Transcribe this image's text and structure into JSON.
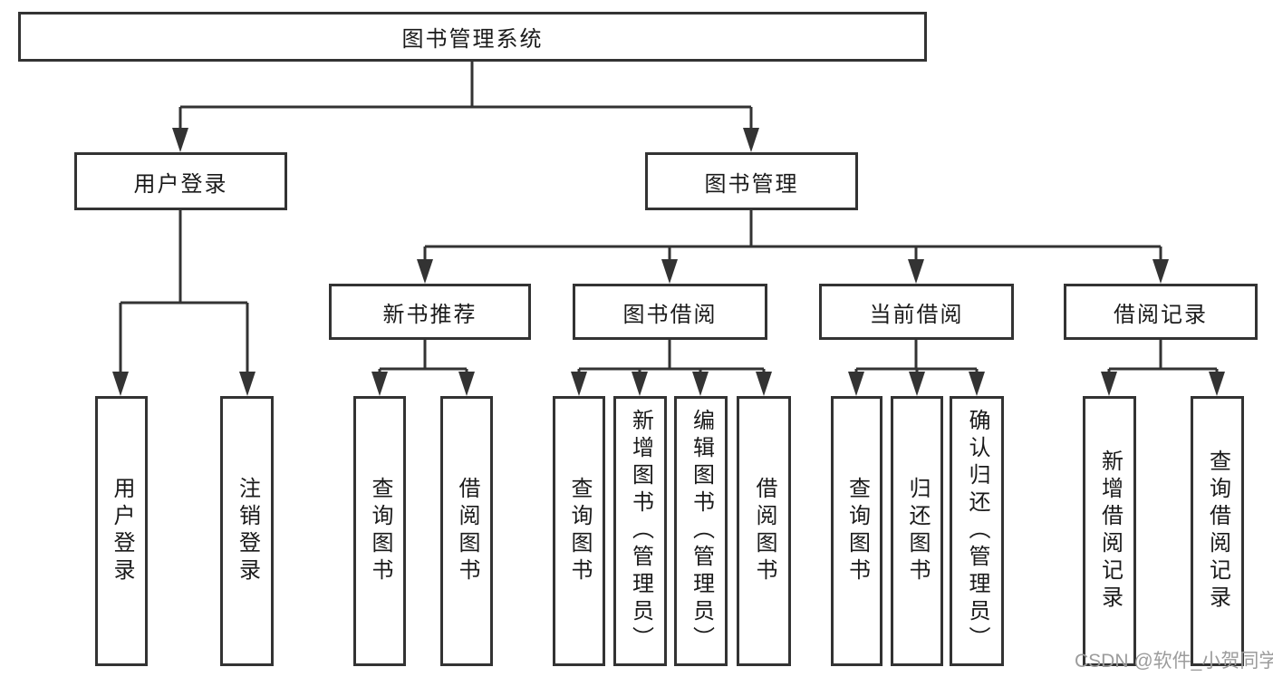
{
  "diagram": {
    "type": "hierarchy-tree",
    "tree": {
      "label": "图书管理系统",
      "children": [
        {
          "label": "用户登录",
          "children": [
            {
              "label": "用户登录"
            },
            {
              "label": "注销登录"
            }
          ]
        },
        {
          "label": "图书管理",
          "children": [
            {
              "label": "新书推荐",
              "children": [
                {
                  "label": "查询图书"
                },
                {
                  "label": "借阅图书"
                }
              ]
            },
            {
              "label": "图书借阅",
              "children": [
                {
                  "label": "查询图书"
                },
                {
                  "label": "新增图书（管理员）"
                },
                {
                  "label": "编辑图书（管理员）"
                },
                {
                  "label": "借阅图书"
                }
              ]
            },
            {
              "label": "当前借阅",
              "children": [
                {
                  "label": "查询图书"
                },
                {
                  "label": "归还图书"
                },
                {
                  "label": "确认归还（管理员）"
                }
              ]
            },
            {
              "label": "借阅记录",
              "children": [
                {
                  "label": "新增借阅记录"
                },
                {
                  "label": "查询借阅记录"
                }
              ]
            }
          ]
        }
      ]
    },
    "colors": {
      "line": "#333333",
      "box_background": "#ffffff",
      "text": "#1a1a1a",
      "watermark_text": "#9c9c9c",
      "page_background": "#ffffff"
    }
  },
  "watermark": "CSDN @软件_小贺同学"
}
